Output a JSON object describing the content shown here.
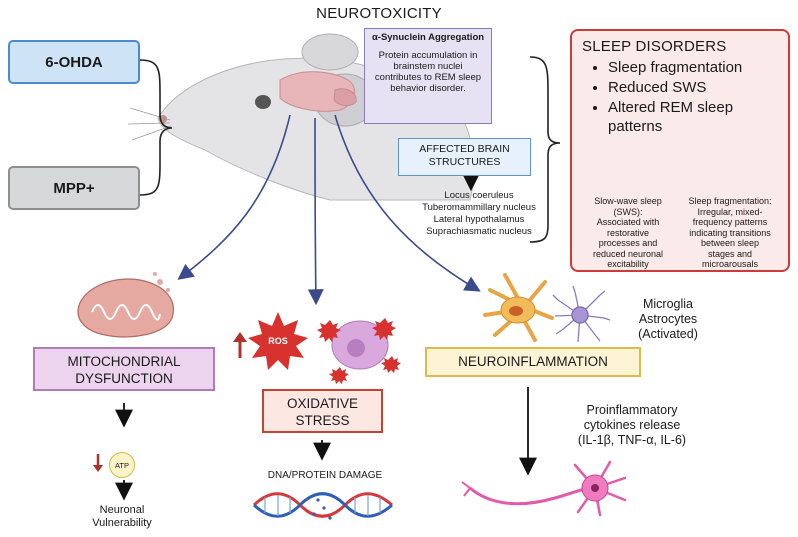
{
  "title": "NEUROTOXICITY",
  "toxins": [
    "6-OHDA",
    "MPP+"
  ],
  "synuclein": {
    "title": "α-Synuclein Aggregation",
    "body": "Protein accumulation in brainstem nuclei contributes to REM sleep behavior disorder."
  },
  "brain_structures": {
    "title_line1": "AFFECTED BRAIN",
    "title_line2": "STRUCTURES",
    "regions": [
      "Locus coeruleus",
      "Tuberomammillary nucleus",
      "Lateral hypothalamus",
      "Suprachiasmatic nucleus"
    ]
  },
  "sleep_disorders": {
    "title": "SLEEP DISORDERS",
    "items": [
      "Sleep fragmentation",
      "Reduced SWS",
      "Altered REM sleep patterns"
    ],
    "sws_caption": [
      "Slow-wave sleep",
      "(SWS):",
      "Associated with",
      "restorative",
      "processes and",
      "reduced neuronal",
      "excitability"
    ],
    "frag_caption": [
      "Sleep fragmentation:",
      "Irregular, mixed-",
      "frequency patterns",
      "indicating transitions",
      "between sleep",
      "stages and",
      "microarousals"
    ]
  },
  "mitochondrial": {
    "line1": "MITOCHONDRIAL",
    "line2": "DYSFUNCTION",
    "atp_label": "ATP",
    "outcome_line1": "Neuronal",
    "outcome_line2": "Vulnerability"
  },
  "oxidative": {
    "line1": "OXIDATIVE",
    "line2": "STRESS",
    "ros_label": "ROS",
    "outcome": "DNA/PROTEIN DAMAGE"
  },
  "neuroinflammation": {
    "label": "NEUROINFLAMMATION",
    "glia": [
      "Microglia",
      "Astrocytes",
      "(Activated)"
    ],
    "cytokines": [
      "Proinflammatory",
      "cytokines release",
      "(IL-1β, TNF-α, IL-6)"
    ]
  },
  "colors": {
    "arrow_blue": "#3b4a8a",
    "sleep_border": "#cc3a3a",
    "down_arrow_red": "#b0302a",
    "dna_red": "#d43a3a",
    "dna_blue": "#2f5fb5"
  }
}
